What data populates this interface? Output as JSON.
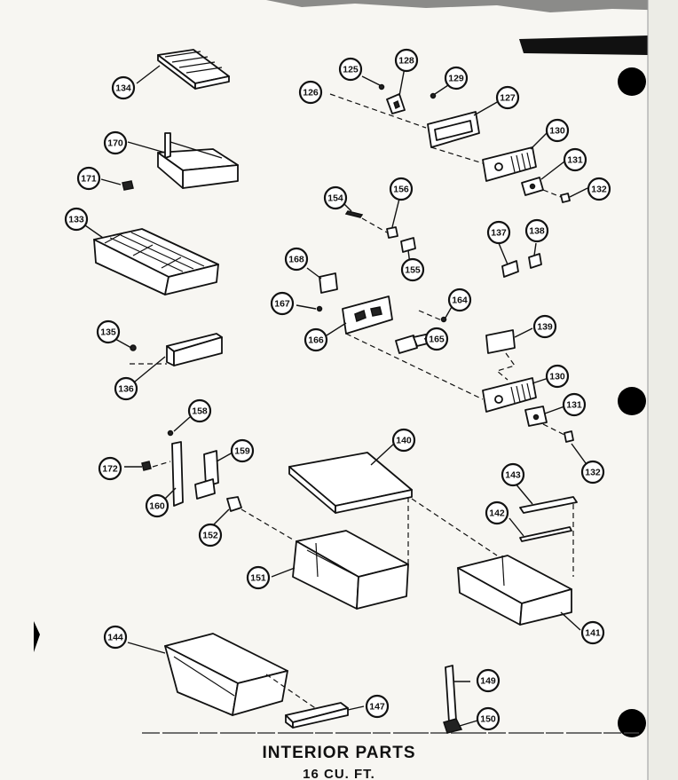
{
  "title": "INTERIOR PARTS",
  "subtitle": "16 CU. FT.",
  "part_numbers": [
    "125",
    "126",
    "127",
    "128",
    "129",
    "130",
    "130",
    "131",
    "131",
    "132",
    "132",
    "133",
    "134",
    "135",
    "136",
    "137",
    "138",
    "139",
    "140",
    "141",
    "142",
    "143",
    "144",
    "147",
    "149",
    "150",
    "151",
    "152",
    "154",
    "155",
    "156",
    "158",
    "159",
    "160",
    "164",
    "165",
    "166",
    "167",
    "168",
    "170",
    "171",
    "172"
  ]
}
